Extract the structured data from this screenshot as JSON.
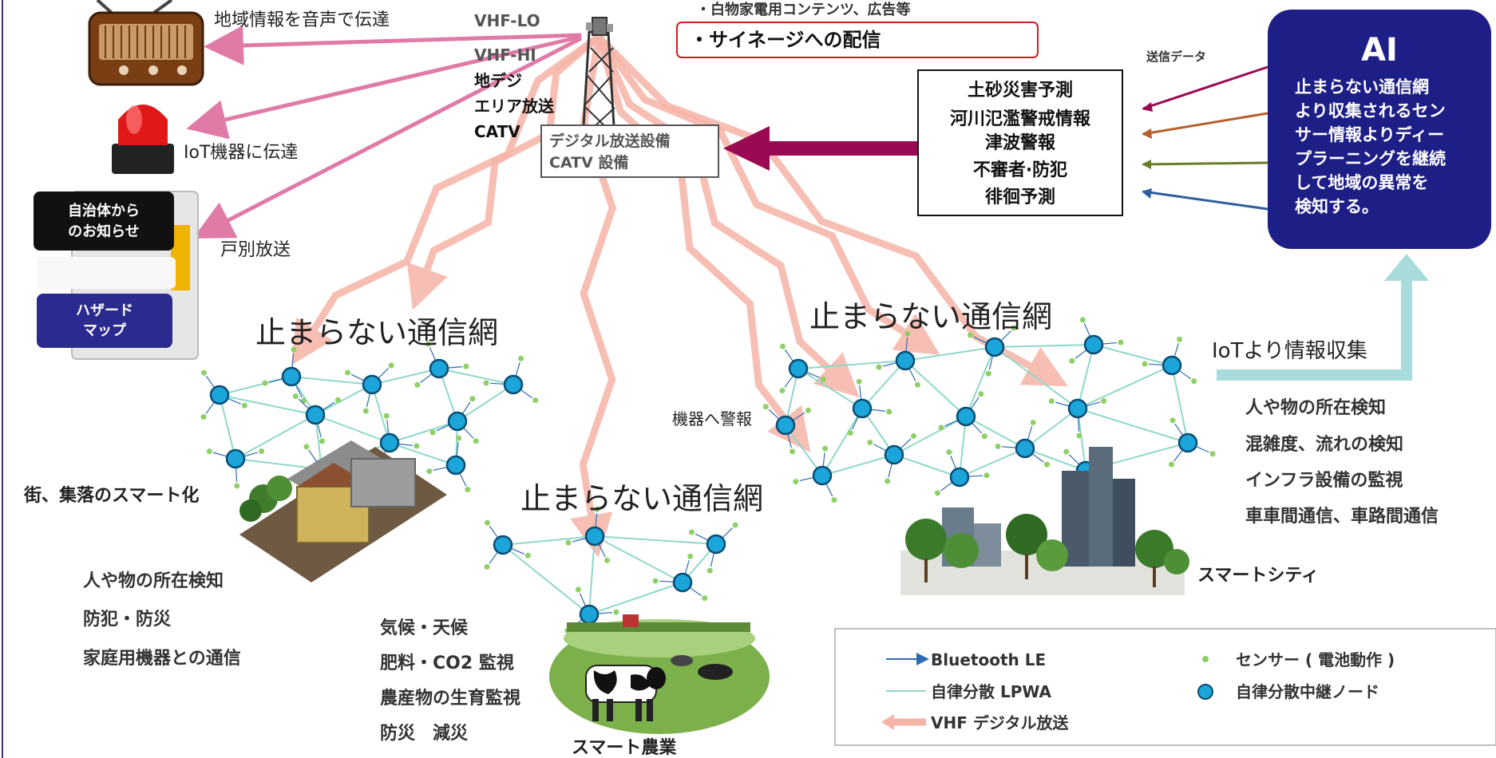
{
  "broadcast": {
    "radio_caption": "地域情報を音声で伝達",
    "iot_caption": "IoT機器に伝達",
    "household_caption": "戸別放送",
    "freq": [
      "VHF-LO",
      "VHF-HI",
      "地デジ",
      "エリア放送",
      "CATV"
    ],
    "facility_line1": "デジタル放送設備",
    "facility_line2": "CATV 設備",
    "top_note": "・白物家電用コンテンツ、広告等",
    "signage": "・サイネージへの配信"
  },
  "tablet": {
    "notice_line1": "自治体から",
    "notice_line2": "のお知らせ",
    "hazard_line1": "ハザード",
    "hazard_line2": "マップ"
  },
  "ai": {
    "title": "AI",
    "body": [
      "止まらない通信網",
      "より収集されるセン",
      "サー情報よりディー",
      "プラーニングを継続",
      "して地域の異常を",
      "検知する。"
    ],
    "send_label": "送信データ",
    "collect_label": "IoTより情報収集"
  },
  "predictions": [
    "土砂災害予測",
    "河川氾濫警戒情報",
    "津波警報",
    "不審者·防犯",
    "徘徊予測"
  ],
  "networks": {
    "title": "止まらない通信網",
    "alert_label": "機器へ警報"
  },
  "town": {
    "label": "街、集落のスマート化",
    "uses": [
      "人や物の所在検知",
      "防犯・防災",
      "家庭用機器との通信"
    ]
  },
  "farm": {
    "label": "スマート農業",
    "uses": [
      "気候・天候",
      "肥料・CO2 監視",
      "農産物の生育監視",
      "防災　減災"
    ]
  },
  "city": {
    "label": "スマートシティ",
    "uses": [
      "人や物の所在検知",
      "混雑度、流れの検知",
      "インフラ設備の監視",
      "車車間通信、車路間通信"
    ]
  },
  "legend": {
    "ble": "Bluetooth LE",
    "lpwa": "自律分散 LPWA",
    "vhf": "VHF デジタル放送",
    "sensor": "センサー ( 電池動作 )",
    "relay": "自律分散中継ノード"
  },
  "colors": {
    "pink_arrow": "#e07aa6",
    "beam": "#f6b4a8",
    "maroon_arrow": "#9a0a52",
    "ai_box": "#1e1f86",
    "node": "#1ba5d9",
    "link": "#8fd8c9",
    "sensor": "#8fcf68",
    "teal_arrow": "#a8dcdc",
    "signage_border": "#d71920"
  }
}
